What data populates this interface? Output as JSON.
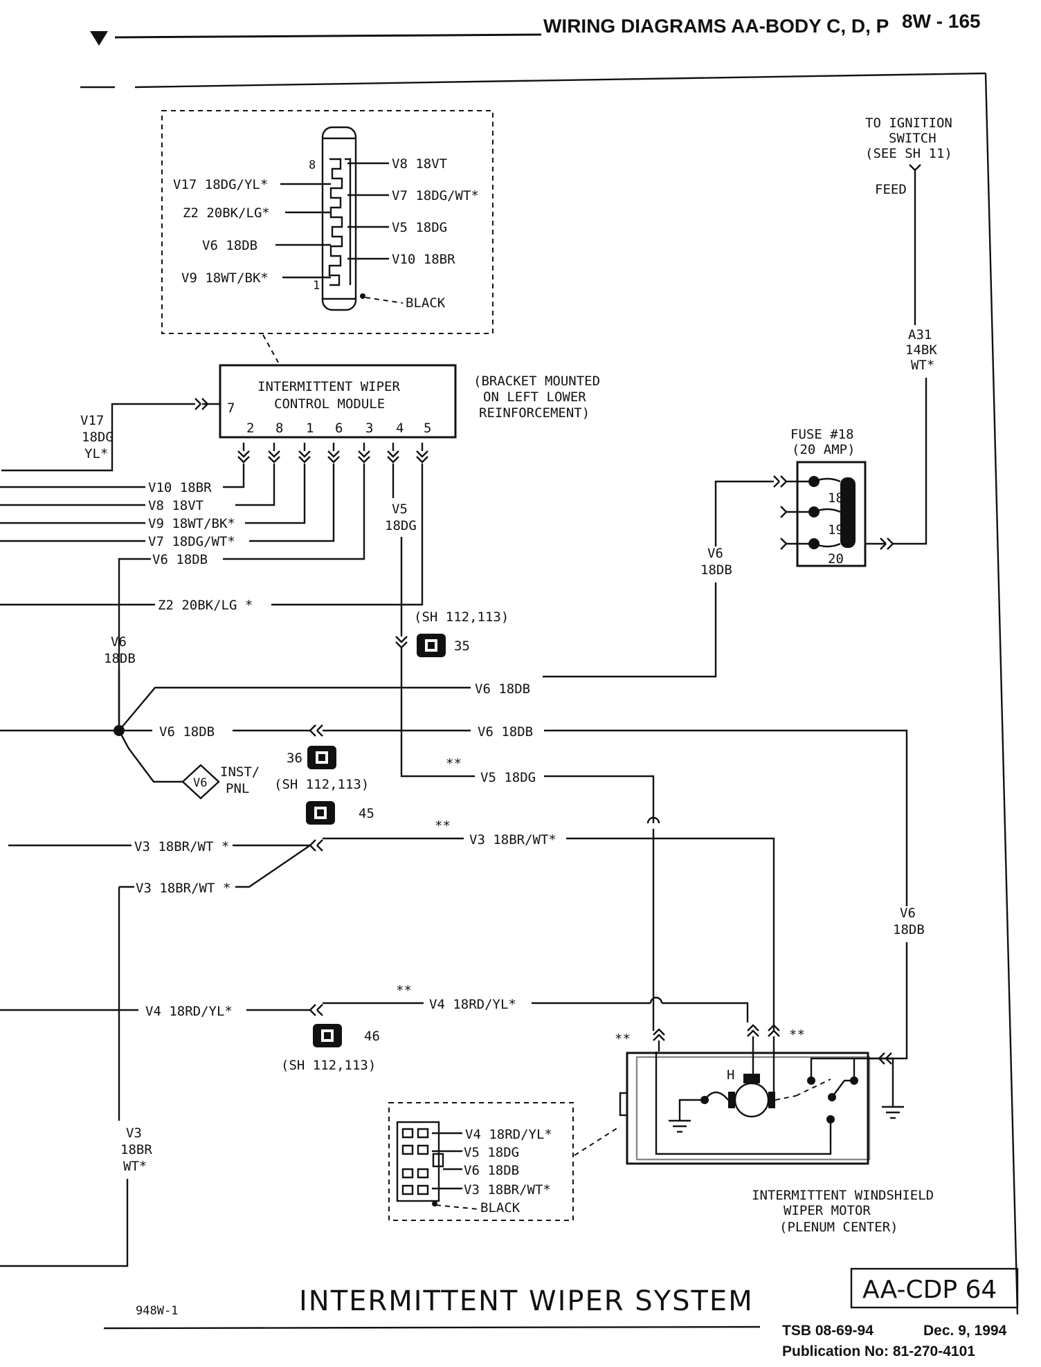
{
  "header": {
    "title": "WIRING DIAGRAMS AA-BODY C, D, P",
    "page_code": "8W - 165"
  },
  "connector_view": {
    "pin_8": "8",
    "pin_1": "1",
    "left_wires": [
      "V17 18DG/YL*",
      "Z2 20BK/LG*",
      "V6 18DB",
      "V9 18WT/BK*"
    ],
    "right_wires": [
      "V8 18VT",
      "V7 18DG/WT*",
      "V5 18DG",
      "V10 18BR"
    ],
    "body_color": "BLACK"
  },
  "module": {
    "name_line1": "INTERMITTENT WIPER",
    "name_line2": "CONTROL MODULE",
    "pin_7": "7",
    "pins": [
      "2",
      "8",
      "1",
      "6",
      "3",
      "4",
      "5"
    ],
    "mount_line1": "(BRACKET MOUNTED",
    "mount_line2": "ON LEFT LOWER",
    "mount_line3": "REINFORCEMENT)"
  },
  "ignition": {
    "line1": "TO IGNITION",
    "line2": "SWITCH",
    "line3": "(SEE SH 11)",
    "feed": "FEED",
    "wire": [
      "A31",
      "14BK",
      "WT*"
    ]
  },
  "fuse": {
    "line1": "FUSE #18",
    "line2": "(20 AMP)",
    "n18": "18",
    "n19": "19",
    "n20": "20",
    "wire_v6": [
      "V6",
      "18DB"
    ]
  },
  "wires": {
    "v17": [
      "V17",
      "18DG",
      "YL*"
    ],
    "v10": "V10 18BR",
    "v8": "V8 18VT",
    "v9": "V9 18WT/BK*",
    "v7": "V7 18DG/WT*",
    "v6a": "V6 18DB",
    "v5_vert": [
      "V5",
      "18DG"
    ],
    "z2": "Z2 20BK/LG *",
    "v6_vert": [
      "V6",
      "18DB"
    ],
    "v6_upper": "V6 18DB",
    "v6_mid_left": "V6 18DB",
    "v6_mid_right": "V6 18DB",
    "v5_lower": "V5 18DG",
    "v3_right": "V3 18BR/WT*",
    "v3_left_a": "V3 18BR/WT *",
    "v3_left_b": "V3 18BR/WT *",
    "v6_right_vert": [
      "V6",
      "18DB"
    ],
    "v4_left": "V4 18RD/YL*",
    "v4_right": "V4 18RD/YL*",
    "v3_vert": [
      "V3",
      "18BR",
      "WT*"
    ],
    "stars": "**"
  },
  "splices": {
    "sh_ref": "(SH 112,113)",
    "s35": "35",
    "s36": "36",
    "s45": "45",
    "s46": "46",
    "inst_line1": "INST/",
    "inst_line2": "PNL",
    "inst_code": "V6"
  },
  "motor": {
    "h_label": "H",
    "line1": "INTERMITTENT WINDSHIELD",
    "line2": "WIPER MOTOR",
    "line3": "(PLENUM CENTER)",
    "conn_wires": [
      "V4 18RD/YL*",
      "V5 18DG",
      "V6 18DB",
      "V3 18BR/WT*"
    ],
    "conn_color": "BLACK"
  },
  "footer": {
    "ref_code": "948W-1",
    "system_title": "INTERMITTENT WIPER SYSTEM",
    "sheet_code": "AA-CDP 64",
    "tsb": "TSB 08-69-94",
    "date": "Dec. 9, 1994",
    "publication": "Publication No:  81-270-4101"
  }
}
